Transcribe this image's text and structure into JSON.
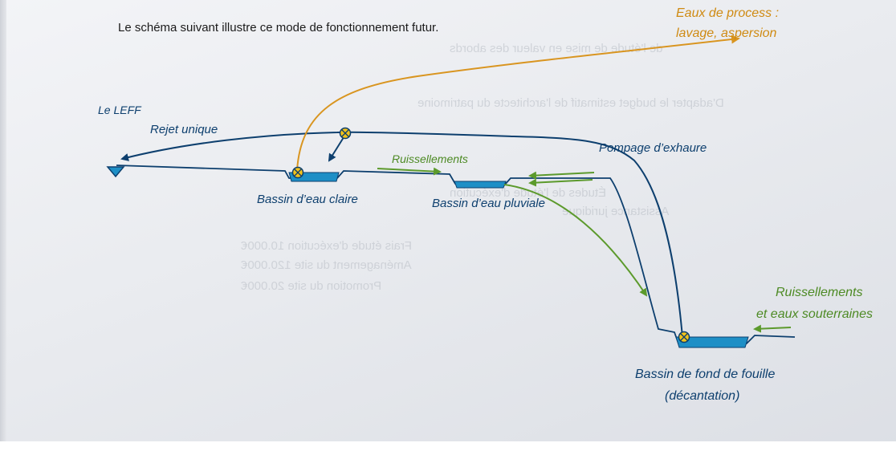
{
  "intro_text": "Le schéma suivant illustre ce mode de fonctionnement futur.",
  "labels": {
    "eaux_process_line1": "Eaux de process :",
    "eaux_process_line2": "lavage, aspersion",
    "leff": "Le LEFF",
    "rejet_unique": "Rejet unique",
    "ruissellements": "Ruissellements",
    "pompage": "Pompage d’exhaure",
    "bassin_eau_claire": "Bassin d’eau claire",
    "bassin_eau_pluviale": "Bassin d’eau pluviale",
    "ruissellements_right_line1": "Ruissellements",
    "ruissellements_right_line2": "et eaux souterraines",
    "bassin_fond_line1": "Bassin de fond de fouille",
    "bassin_fond_line2": "(décantation)"
  },
  "background_text": [
    "de l'étude de mise en valeur des abords",
    "D'adapter le budget estimatif de l'architecte du patrimoine",
    "Études de l'étude d'exécution",
    "Assistance juridique",
    "Frais étude d'exécution 10.000€",
    "Aménagement du site 120.000€",
    "Promotion du site 20.000€"
  ],
  "colors": {
    "blue": "#0d3f6e",
    "water": "#1e8fc6",
    "green": "#5c9a2c",
    "orange": "#d99520",
    "text": "#1b1b1b"
  }
}
